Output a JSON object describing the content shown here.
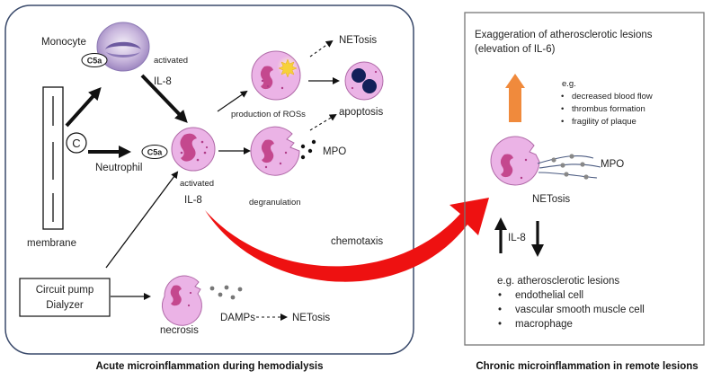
{
  "left_panel": {
    "caption": "Acute microinflammation during hemodialysis",
    "monocyte": "Monocyte",
    "c5a_top": "C5a",
    "activated_top": "activated",
    "il8_top": "IL-8",
    "complement": "C",
    "neutrophil": "Neutrophil",
    "c5a_mid": "C5a",
    "activated_mid": "activated",
    "il8_mid": "IL-8",
    "membrane": "membrane",
    "ros": "production of ROSs",
    "netosis_top": "NETosis",
    "apoptosis": "apoptosis",
    "mpo": "MPO",
    "degranulation": "degranulation",
    "chemotaxis": "chemotaxis",
    "circuit_line1": "Circuit pump",
    "circuit_line2": "Dialyzer",
    "necrosis": "necrosis",
    "damps": "DAMPs",
    "netosis_bottom": "NETosis"
  },
  "right_panel": {
    "caption": "Chronic microinflammation in remote lesions",
    "title_line1": "Exaggeration of atherosclerotic lesions",
    "title_line2": "(elevation of IL-6)",
    "eg_label": "e.g.",
    "eg_items": [
      "decreased blood flow",
      "thrombus formation",
      "fragility of plaque"
    ],
    "mpo": "MPO",
    "netosis": "NETosis",
    "il8": "IL-8",
    "lesions_title": "e.g. atherosclerotic lesions",
    "lesion_items": [
      "endothelial cell",
      "vascular smooth muscle cell",
      "macrophage"
    ]
  },
  "colors": {
    "frame": "#3a4a6b",
    "cell_fill": "#ebb3e6",
    "cell_stroke": "#b06aa8",
    "nucleus": "#c4488e",
    "apoptosis_nucleus": "#13205a",
    "red_arrow": "#ee1111",
    "orange_arrow": "#f08a3c",
    "dot": "#777777"
  }
}
